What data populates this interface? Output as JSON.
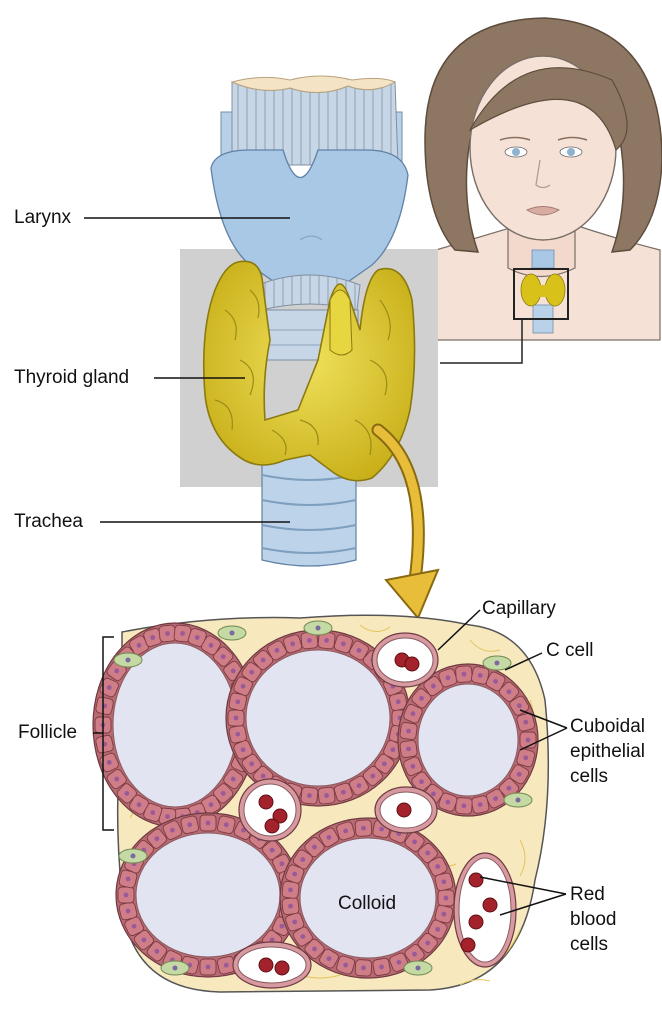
{
  "labels": {
    "larynx": "Larynx",
    "thyroid_gland": "Thyroid gland",
    "trachea": "Trachea",
    "capillary": "Capillary",
    "c_cell": "C cell",
    "follicle": "Follicle",
    "cuboidal": [
      "Cuboidal",
      "epithelial",
      "cells"
    ],
    "colloid": "Colloid",
    "red_blood": [
      "Red",
      "blood",
      "cells"
    ]
  },
  "colors": {
    "thyroid": "#d8c21a",
    "cartilage": "#a9c8e6",
    "highlight_box": "#d0d0d0",
    "arrow": "#e7bd3a",
    "tissue": "#f7e8bd",
    "colloid": "#e2e4f2",
    "epithelial": "#cf7d86",
    "rbc": "#a3222b",
    "hair": "#8e7762",
    "skin": "#f5e1d6"
  }
}
